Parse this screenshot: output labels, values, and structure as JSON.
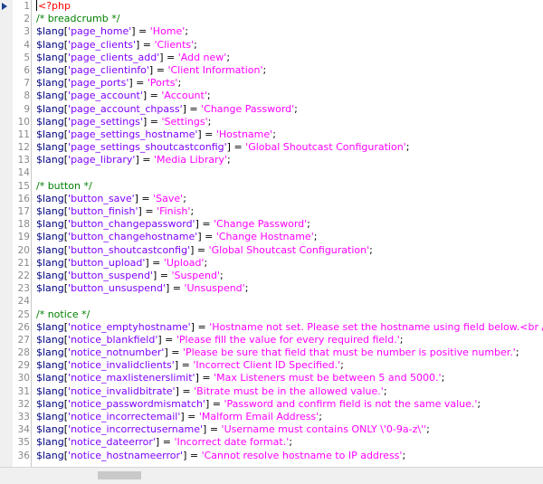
{
  "editor": {
    "lines": [
      {
        "n": "1",
        "t": [
          {
            "c": "tag",
            "v": "<?php"
          }
        ],
        "caret": true
      },
      {
        "n": "2",
        "t": [
          {
            "c": "cmt",
            "v": "/* breadcrumb */"
          }
        ]
      },
      {
        "n": "3",
        "t": [
          {
            "c": "var",
            "v": "$lang"
          },
          {
            "c": "pun",
            "v": "["
          },
          {
            "c": "key",
            "v": "'page_home'"
          },
          {
            "c": "pun",
            "v": "] = "
          },
          {
            "c": "str",
            "v": "'Home'"
          },
          {
            "c": "pun",
            "v": ";"
          }
        ]
      },
      {
        "n": "4",
        "t": [
          {
            "c": "var",
            "v": "$lang"
          },
          {
            "c": "pun",
            "v": "["
          },
          {
            "c": "key",
            "v": "'page_clients'"
          },
          {
            "c": "pun",
            "v": "] = "
          },
          {
            "c": "str",
            "v": "'Clients'"
          },
          {
            "c": "pun",
            "v": ";"
          }
        ]
      },
      {
        "n": "5",
        "t": [
          {
            "c": "var",
            "v": "$lang"
          },
          {
            "c": "pun",
            "v": "["
          },
          {
            "c": "key",
            "v": "'page_clients_add'"
          },
          {
            "c": "pun",
            "v": "] = "
          },
          {
            "c": "str",
            "v": "'Add new'"
          },
          {
            "c": "pun",
            "v": ";"
          }
        ]
      },
      {
        "n": "6",
        "t": [
          {
            "c": "var",
            "v": "$lang"
          },
          {
            "c": "pun",
            "v": "["
          },
          {
            "c": "key",
            "v": "'page_clientinfo'"
          },
          {
            "c": "pun",
            "v": "] = "
          },
          {
            "c": "str",
            "v": "'Client Information'"
          },
          {
            "c": "pun",
            "v": ";"
          }
        ]
      },
      {
        "n": "7",
        "t": [
          {
            "c": "var",
            "v": "$lang"
          },
          {
            "c": "pun",
            "v": "["
          },
          {
            "c": "key",
            "v": "'page_ports'"
          },
          {
            "c": "pun",
            "v": "] = "
          },
          {
            "c": "str",
            "v": "'Ports'"
          },
          {
            "c": "pun",
            "v": ";"
          }
        ]
      },
      {
        "n": "8",
        "t": [
          {
            "c": "var",
            "v": "$lang"
          },
          {
            "c": "pun",
            "v": "["
          },
          {
            "c": "key",
            "v": "'page_account'"
          },
          {
            "c": "pun",
            "v": "] = "
          },
          {
            "c": "str",
            "v": "'Account'"
          },
          {
            "c": "pun",
            "v": ";"
          }
        ]
      },
      {
        "n": "9",
        "t": [
          {
            "c": "var",
            "v": "$lang"
          },
          {
            "c": "pun",
            "v": "["
          },
          {
            "c": "key",
            "v": "'page_account_chpass'"
          },
          {
            "c": "pun",
            "v": "] = "
          },
          {
            "c": "str",
            "v": "'Change Password'"
          },
          {
            "c": "pun",
            "v": ";"
          }
        ]
      },
      {
        "n": "10",
        "t": [
          {
            "c": "var",
            "v": "$lang"
          },
          {
            "c": "pun",
            "v": "["
          },
          {
            "c": "key",
            "v": "'page_settings'"
          },
          {
            "c": "pun",
            "v": "] = "
          },
          {
            "c": "str",
            "v": "'Settings'"
          },
          {
            "c": "pun",
            "v": ";"
          }
        ]
      },
      {
        "n": "11",
        "t": [
          {
            "c": "var",
            "v": "$lang"
          },
          {
            "c": "pun",
            "v": "["
          },
          {
            "c": "key",
            "v": "'page_settings_hostname'"
          },
          {
            "c": "pun",
            "v": "] = "
          },
          {
            "c": "str",
            "v": "'Hostname'"
          },
          {
            "c": "pun",
            "v": ";"
          }
        ]
      },
      {
        "n": "12",
        "t": [
          {
            "c": "var",
            "v": "$lang"
          },
          {
            "c": "pun",
            "v": "["
          },
          {
            "c": "key",
            "v": "'page_settings_shoutcastconfig'"
          },
          {
            "c": "pun",
            "v": "] = "
          },
          {
            "c": "str",
            "v": "'Global Shoutcast Configuration'"
          },
          {
            "c": "pun",
            "v": ";"
          }
        ]
      },
      {
        "n": "13",
        "t": [
          {
            "c": "var",
            "v": "$lang"
          },
          {
            "c": "pun",
            "v": "["
          },
          {
            "c": "key",
            "v": "'page_library'"
          },
          {
            "c": "pun",
            "v": "] = "
          },
          {
            "c": "str",
            "v": "'Media Library'"
          },
          {
            "c": "pun",
            "v": ";"
          }
        ]
      },
      {
        "n": "14",
        "t": []
      },
      {
        "n": "15",
        "t": [
          {
            "c": "cmt",
            "v": "/* button */"
          }
        ]
      },
      {
        "n": "16",
        "t": [
          {
            "c": "var",
            "v": "$lang"
          },
          {
            "c": "pun",
            "v": "["
          },
          {
            "c": "key",
            "v": "'button_save'"
          },
          {
            "c": "pun",
            "v": "] = "
          },
          {
            "c": "str",
            "v": "'Save'"
          },
          {
            "c": "pun",
            "v": ";"
          }
        ]
      },
      {
        "n": "17",
        "t": [
          {
            "c": "var",
            "v": "$lang"
          },
          {
            "c": "pun",
            "v": "["
          },
          {
            "c": "key",
            "v": "'button_finish'"
          },
          {
            "c": "pun",
            "v": "] = "
          },
          {
            "c": "str",
            "v": "'Finish'"
          },
          {
            "c": "pun",
            "v": ";"
          }
        ]
      },
      {
        "n": "18",
        "t": [
          {
            "c": "var",
            "v": "$lang"
          },
          {
            "c": "pun",
            "v": "["
          },
          {
            "c": "key",
            "v": "'button_changepassword'"
          },
          {
            "c": "pun",
            "v": "] = "
          },
          {
            "c": "str",
            "v": "'Change Password'"
          },
          {
            "c": "pun",
            "v": ";"
          }
        ]
      },
      {
        "n": "19",
        "t": [
          {
            "c": "var",
            "v": "$lang"
          },
          {
            "c": "pun",
            "v": "["
          },
          {
            "c": "key",
            "v": "'button_changehostname'"
          },
          {
            "c": "pun",
            "v": "] = "
          },
          {
            "c": "str",
            "v": "'Change Hostname'"
          },
          {
            "c": "pun",
            "v": ";"
          }
        ]
      },
      {
        "n": "20",
        "t": [
          {
            "c": "var",
            "v": "$lang"
          },
          {
            "c": "pun",
            "v": "["
          },
          {
            "c": "key",
            "v": "'button_shoutcastconfig'"
          },
          {
            "c": "pun",
            "v": "] = "
          },
          {
            "c": "str",
            "v": "'Global Shoutcast Configuration'"
          },
          {
            "c": "pun",
            "v": ";"
          }
        ]
      },
      {
        "n": "21",
        "t": [
          {
            "c": "var",
            "v": "$lang"
          },
          {
            "c": "pun",
            "v": "["
          },
          {
            "c": "key",
            "v": "'button_upload'"
          },
          {
            "c": "pun",
            "v": "] = "
          },
          {
            "c": "str",
            "v": "'Upload'"
          },
          {
            "c": "pun",
            "v": ";"
          }
        ]
      },
      {
        "n": "22",
        "t": [
          {
            "c": "var",
            "v": "$lang"
          },
          {
            "c": "pun",
            "v": "["
          },
          {
            "c": "key",
            "v": "'button_suspend'"
          },
          {
            "c": "pun",
            "v": "] = "
          },
          {
            "c": "str",
            "v": "'Suspend'"
          },
          {
            "c": "pun",
            "v": ";"
          }
        ]
      },
      {
        "n": "23",
        "t": [
          {
            "c": "var",
            "v": "$lang"
          },
          {
            "c": "pun",
            "v": "["
          },
          {
            "c": "key",
            "v": "'button_unsuspend'"
          },
          {
            "c": "pun",
            "v": "] = "
          },
          {
            "c": "str",
            "v": "'Unsuspend'"
          },
          {
            "c": "pun",
            "v": ";"
          }
        ]
      },
      {
        "n": "24",
        "t": []
      },
      {
        "n": "25",
        "t": [
          {
            "c": "cmt",
            "v": "/* notice */"
          }
        ]
      },
      {
        "n": "26",
        "t": [
          {
            "c": "var",
            "v": "$lang"
          },
          {
            "c": "pun",
            "v": "["
          },
          {
            "c": "key",
            "v": "'notice_emptyhostname'"
          },
          {
            "c": "pun",
            "v": "] = "
          },
          {
            "c": "str",
            "v": "'Hostname not set. Please set the hostname using field below.<br />'"
          },
          {
            "c": "pun",
            "v": ";"
          }
        ]
      },
      {
        "n": "27",
        "t": [
          {
            "c": "var",
            "v": "$lang"
          },
          {
            "c": "pun",
            "v": "["
          },
          {
            "c": "key",
            "v": "'notice_blankfield'"
          },
          {
            "c": "pun",
            "v": "] = "
          },
          {
            "c": "str",
            "v": "'Please fill the value for every required field.'"
          },
          {
            "c": "pun",
            "v": ";"
          }
        ]
      },
      {
        "n": "28",
        "t": [
          {
            "c": "var",
            "v": "$lang"
          },
          {
            "c": "pun",
            "v": "["
          },
          {
            "c": "key",
            "v": "'notice_notnumber'"
          },
          {
            "c": "pun",
            "v": "] = "
          },
          {
            "c": "str",
            "v": "'Please be sure that field that must be number is positive number.'"
          },
          {
            "c": "pun",
            "v": ";"
          }
        ]
      },
      {
        "n": "29",
        "t": [
          {
            "c": "var",
            "v": "$lang"
          },
          {
            "c": "pun",
            "v": "["
          },
          {
            "c": "key",
            "v": "'notice_invalidclients'"
          },
          {
            "c": "pun",
            "v": "] = "
          },
          {
            "c": "str",
            "v": "'Incorrect Client ID Specified.'"
          },
          {
            "c": "pun",
            "v": ";"
          }
        ]
      },
      {
        "n": "30",
        "t": [
          {
            "c": "var",
            "v": "$lang"
          },
          {
            "c": "pun",
            "v": "["
          },
          {
            "c": "key",
            "v": "'notice_maxlistenerslimit'"
          },
          {
            "c": "pun",
            "v": "] = "
          },
          {
            "c": "str",
            "v": "'Max Listeners must be between 5 and 5000.'"
          },
          {
            "c": "pun",
            "v": ";"
          }
        ]
      },
      {
        "n": "31",
        "t": [
          {
            "c": "var",
            "v": "$lang"
          },
          {
            "c": "pun",
            "v": "["
          },
          {
            "c": "key",
            "v": "'notice_invalidbitrate'"
          },
          {
            "c": "pun",
            "v": "] = "
          },
          {
            "c": "str",
            "v": "'Bitrate must be in the allowed value.'"
          },
          {
            "c": "pun",
            "v": ";"
          }
        ]
      },
      {
        "n": "32",
        "t": [
          {
            "c": "var",
            "v": "$lang"
          },
          {
            "c": "pun",
            "v": "["
          },
          {
            "c": "key",
            "v": "'notice_passwordmismatch'"
          },
          {
            "c": "pun",
            "v": "] = "
          },
          {
            "c": "str",
            "v": "'Password and confirm field is not the same value.'"
          },
          {
            "c": "pun",
            "v": ";"
          }
        ]
      },
      {
        "n": "33",
        "t": [
          {
            "c": "var",
            "v": "$lang"
          },
          {
            "c": "pun",
            "v": "["
          },
          {
            "c": "key",
            "v": "'notice_incorrectemail'"
          },
          {
            "c": "pun",
            "v": "] = "
          },
          {
            "c": "str",
            "v": "'Malform Email Address'"
          },
          {
            "c": "pun",
            "v": ";"
          }
        ]
      },
      {
        "n": "34",
        "t": [
          {
            "c": "var",
            "v": "$lang"
          },
          {
            "c": "pun",
            "v": "["
          },
          {
            "c": "key",
            "v": "'notice_incorrectusername'"
          },
          {
            "c": "pun",
            "v": "] = "
          },
          {
            "c": "str",
            "v": "'Username must contains ONLY \\'0-9a-z\\''"
          },
          {
            "c": "pun",
            "v": ";"
          }
        ]
      },
      {
        "n": "35",
        "t": [
          {
            "c": "var",
            "v": "$lang"
          },
          {
            "c": "pun",
            "v": "["
          },
          {
            "c": "key",
            "v": "'notice_dateerror'"
          },
          {
            "c": "pun",
            "v": "] = "
          },
          {
            "c": "str",
            "v": "'Incorrect date format.'"
          },
          {
            "c": "pun",
            "v": ";"
          }
        ]
      },
      {
        "n": "36",
        "t": [
          {
            "c": "var",
            "v": "$lang"
          },
          {
            "c": "pun",
            "v": "["
          },
          {
            "c": "key",
            "v": "'notice_hostnameerror'"
          },
          {
            "c": "pun",
            "v": "] = "
          },
          {
            "c": "str",
            "v": "'Cannot resolve hostname to IP address'"
          },
          {
            "c": "pun",
            "v": ";"
          }
        ]
      }
    ]
  },
  "colors": {
    "variable": "#000080",
    "key": "#8000ff",
    "string": "#ff00ff",
    "comment": "#008000",
    "php_tag": "#ff0000",
    "line_number": "#8a8a8a"
  },
  "icons": {
    "fold_marker": "triangle-right-icon"
  }
}
